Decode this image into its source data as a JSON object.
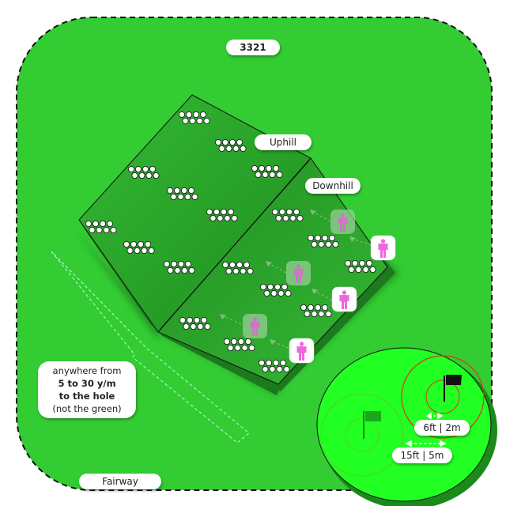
{
  "drill_id": "3321",
  "labels": {
    "uphill": "Uphill",
    "downhill": "Downhill",
    "fairway": "Fairway",
    "inner_radius": "6ft | 2m",
    "outer_radius": "15ft | 5m"
  },
  "note": {
    "line1": "anywhere from",
    "line2": "5 to 30 y/m",
    "line3": "to the hole",
    "line4": "(not the green)"
  },
  "colors": {
    "fairway": "#33c933",
    "green": "#22ff22",
    "slope": "#2aa82a",
    "player": "#ee66dd",
    "target_ring": "#d83a1a"
  },
  "players": {
    "active_count": 3,
    "ghost_count": 3
  },
  "icons": [
    "player-icon",
    "flag-icon",
    "ball-group-icon",
    "arrow-icon"
  ]
}
